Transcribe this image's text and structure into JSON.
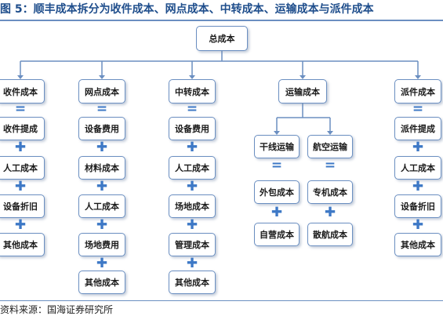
{
  "figure_title": "图 5：顺丰成本拆分为收件成本、网点成本、中转成本、运输成本与派件成本",
  "source": "资料来源：国海证券研究所",
  "colors": {
    "border": "#6b8fc1",
    "connector": "#6b8fc1",
    "operator": "#3d78c6",
    "title": "#1f4e8c"
  },
  "root": "总成本",
  "branches": {
    "collect": {
      "label": "收件成本",
      "items": [
        "收件提成",
        "人工成本",
        "设备折旧",
        "其他成本"
      ]
    },
    "outlet": {
      "label": "网点成本",
      "items": [
        "设备费用",
        "材料成本",
        "人工成本",
        "场地费用",
        "其他成本"
      ]
    },
    "transit": {
      "label": "中转成本",
      "items": [
        "设备费用",
        "人工成本",
        "场地成本",
        "管理成本",
        "其他成本"
      ]
    },
    "transport": {
      "label": "运输成本",
      "trunk": {
        "label": "干线运输",
        "items": [
          "外包成本",
          "自营成本"
        ]
      },
      "air": {
        "label": "航空运输",
        "items": [
          "专机成本",
          "散航成本"
        ]
      }
    },
    "delivery": {
      "label": "派件成本",
      "items": [
        "派件提成",
        "人工成本",
        "设备折旧",
        "其他成本"
      ]
    }
  },
  "operators": {
    "equals": "=",
    "plus": "✚"
  }
}
